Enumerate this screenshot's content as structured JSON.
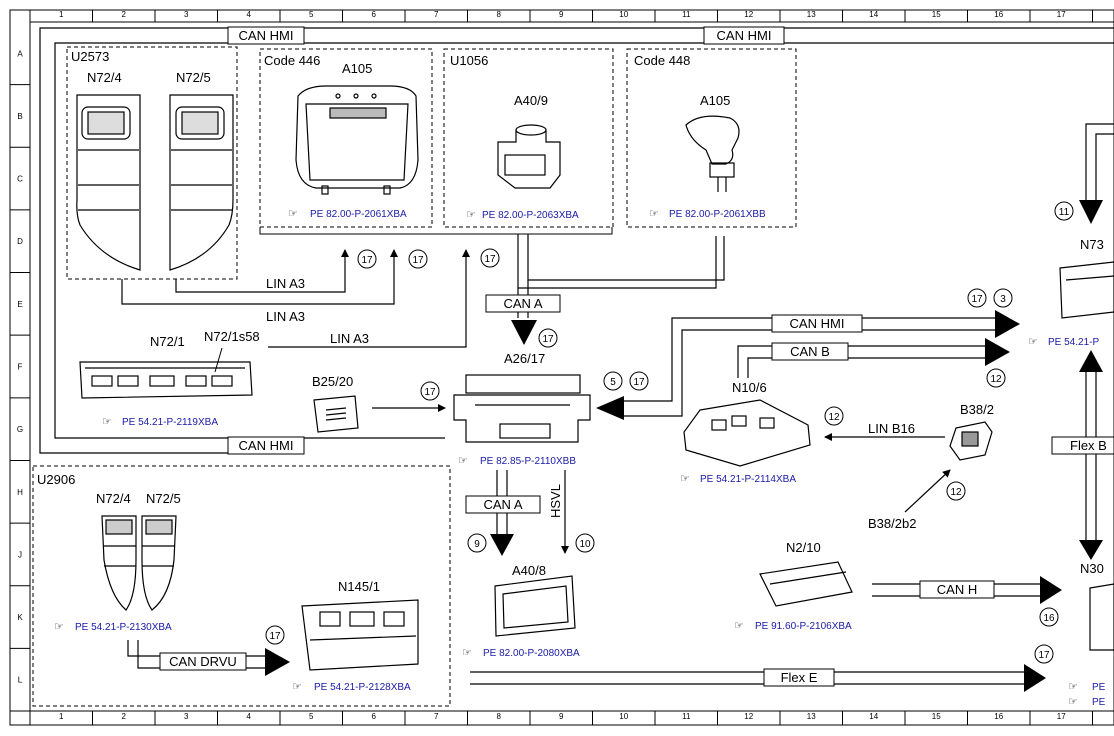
{
  "grid": {
    "cols": [
      "1",
      "2",
      "3",
      "4",
      "5",
      "6",
      "7",
      "8",
      "9",
      "10",
      "11",
      "12",
      "13",
      "14",
      "15",
      "16",
      "17"
    ],
    "rows": [
      "A",
      "B",
      "C",
      "D",
      "E",
      "F",
      "G",
      "H",
      "J",
      "K",
      "L"
    ]
  },
  "groups": {
    "u2573": "U2573",
    "code446": "Code 446",
    "u1056": "U1056",
    "code448": "Code 448",
    "u2906": "U2906"
  },
  "components": {
    "n72_4_top": "N72/4",
    "n72_5_top": "N72/5",
    "a105_left": "A105",
    "a40_9": "A40/9",
    "a105_right": "A105",
    "n73": "N73",
    "n72_1": "N72/1",
    "n72_1s58": "N72/1s58",
    "b25_20": "B25/20",
    "a26_17": "A26/17",
    "n10_6": "N10/6",
    "b38_2": "B38/2",
    "b38_2b2": "B38/2b2",
    "n72_4_bot": "N72/4",
    "n72_5_bot": "N72/5",
    "n145_1": "N145/1",
    "a40_8": "A40/8",
    "n2_10": "N2/10",
    "n30": "N30"
  },
  "buses": {
    "can_hmi_top1": "CAN HMI",
    "can_hmi_top2": "CAN HMI",
    "lin_a3_1": "LIN A3",
    "lin_a3_2": "LIN A3",
    "lin_a3_3": "LIN A3",
    "can_a_top": "CAN A",
    "can_hmi_right": "CAN HMI",
    "can_b": "CAN B",
    "can_hmi_bottom": "CAN HMI",
    "lin_b16": "LIN B16",
    "flex_b": "Flex B",
    "can_a_bottom": "CAN A",
    "hsvl": "HSVL",
    "can_h": "CAN H",
    "can_drvu": "CAN DRVU",
    "flex_e": "Flex E"
  },
  "refs": {
    "pe_2061xba": "PE 82.00-P-2061XBA",
    "pe_2063xba": "PE 82.00-P-2063XBA",
    "pe_2061xbb": "PE 82.00-P-2061XBB",
    "pe_2119xba": "PE 54.21-P-2119XBA",
    "pe_2110xbb": "PE 82.85-P-2110XBB",
    "pe_2114xba": "PE 54.21-P-2114XBA",
    "pe_n73": "PE 54.21-P",
    "pe_2130xba": "PE 54.21-P-2130XBA",
    "pe_2128xba": "PE 54.21-P-2128XBA",
    "pe_2080xba": "PE 82.00-P-2080XBA",
    "pe_2106xba": "PE 91.60-P-2106XBA",
    "pe_n30a": "PE",
    "pe_n30b": "PE"
  },
  "circles": {
    "c11": "11",
    "c17a": "17",
    "c17b": "17",
    "c17c": "17",
    "c17d": "17",
    "c3": "3",
    "c17e": "17",
    "c5": "5",
    "c17f": "17",
    "c17g": "17",
    "c12a": "12",
    "c12b": "12",
    "c12c": "12",
    "c9": "9",
    "c10": "10",
    "c17h": "17",
    "c16": "16",
    "c17i": "17"
  },
  "colors": {
    "line": "#000000",
    "reference": "#1a1aa8",
    "background": "#ffffff"
  }
}
